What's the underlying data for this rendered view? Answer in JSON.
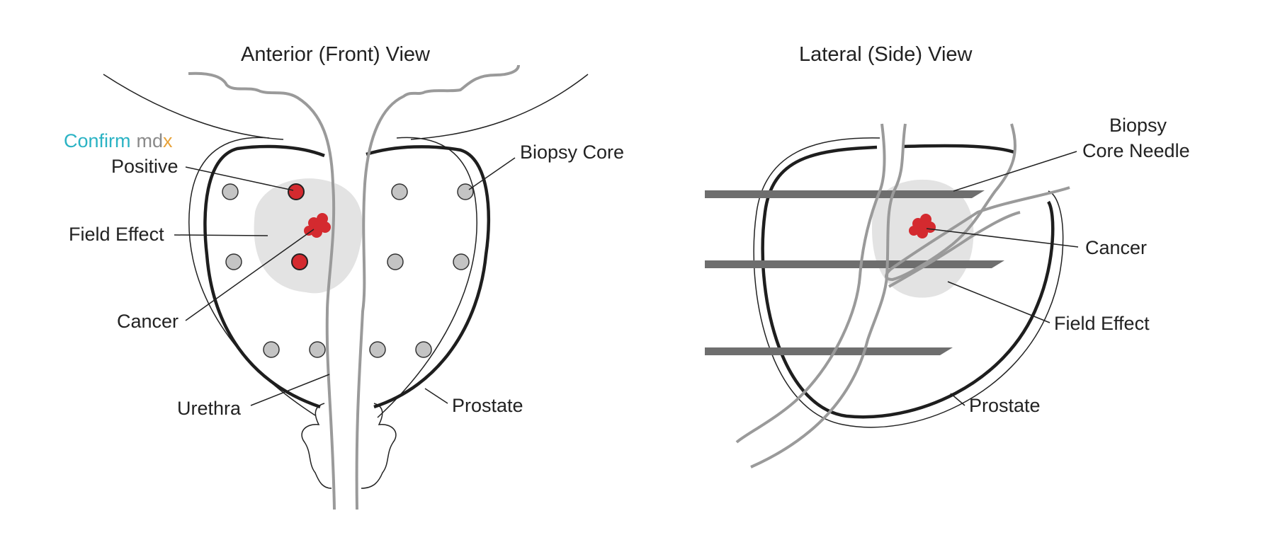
{
  "anterior": {
    "title": "Anterior (Front) View",
    "labels": {
      "positive": "Positive",
      "field_effect": "Field Effect",
      "cancer": "Cancer",
      "urethra": "Urethra",
      "prostate": "Prostate",
      "biopsy_core": "Biopsy Core"
    }
  },
  "lateral": {
    "title": "Lateral (Side) View",
    "labels": {
      "needle_line1": "Biopsy",
      "needle_line2": "Core Needle",
      "cancer": "Cancer",
      "field_effect": "Field Effect",
      "prostate": "Prostate"
    }
  },
  "logo": {
    "part1": "Confirm",
    "part2": "md",
    "part3": "x"
  },
  "colors": {
    "positive_core": "#d42a2f",
    "core": "#c4c4c4",
    "field_effect": "#e3e3e3",
    "needle": "#6e6e6e",
    "logo_teal": "#2bb3c4",
    "logo_gray": "#8a8a8a",
    "logo_x": "#e8a33a"
  }
}
